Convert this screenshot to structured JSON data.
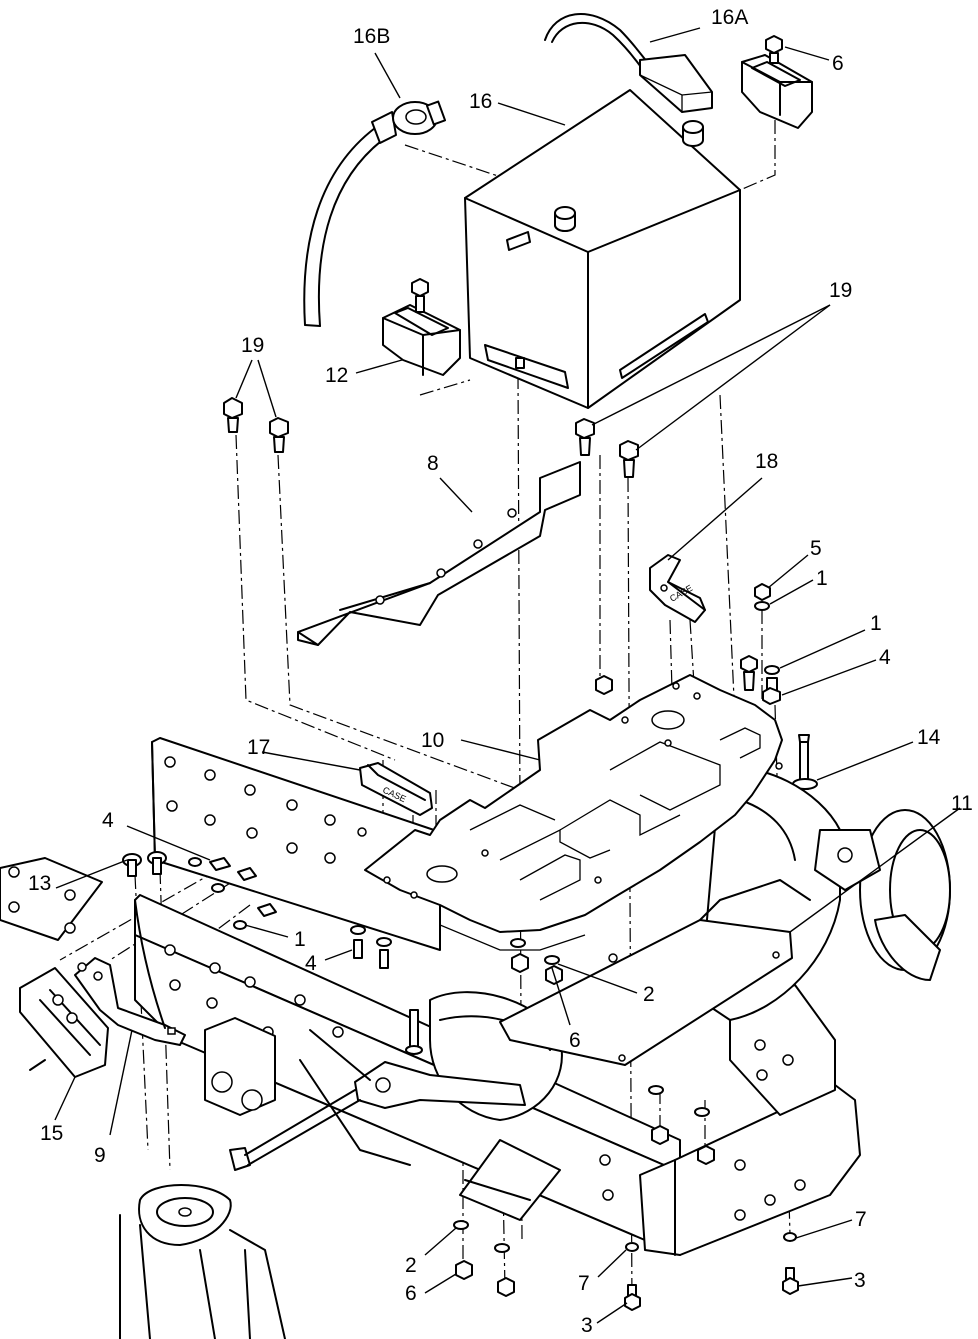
{
  "diagram": {
    "callouts": {
      "c16a": "16A",
      "c16b": "16B",
      "c6_top": "6",
      "c16": "16",
      "c19_right": "19",
      "c19_left": "19",
      "c12": "12",
      "c8": "8",
      "c18": "18",
      "c5": "5",
      "c1_top": "1",
      "c1_mid": "1",
      "c4_right": "4",
      "c10": "10",
      "c17": "17",
      "c14": "14",
      "c11": "11",
      "c13": "13",
      "c4_left": "4",
      "c1_left": "1",
      "c4_lower": "4",
      "c2_mid": "2",
      "c6_mid": "6",
      "c15": "15",
      "c9": "9",
      "c7_right": "7",
      "c2_low": "2",
      "c3_right": "3",
      "c7_low": "7",
      "c6_low": "6",
      "c3_low": "3"
    }
  }
}
